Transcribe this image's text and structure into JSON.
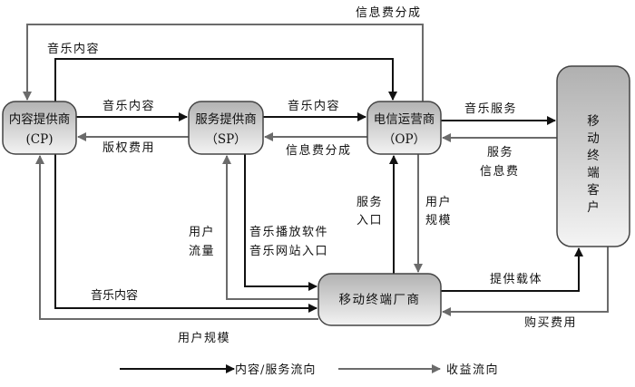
{
  "colors": {
    "content_flow": "#111111",
    "revenue_flow": "#6b6b6b",
    "node_fill_top": "#b4b4b4",
    "node_fill_bottom": "#f2f2f2",
    "node_border": "#444444"
  },
  "nodes": {
    "cp": {
      "line1": "内容提供商",
      "line2": "(CP)"
    },
    "sp": {
      "line1": "服务提供商",
      "line2": "（SP）"
    },
    "op": {
      "line1": "电信运营商",
      "line2": "（OP）"
    },
    "manufacturer": {
      "label": "移动终端厂商"
    },
    "customer": {
      "chars": [
        "移",
        "动",
        "终",
        "端",
        "客",
        "户"
      ]
    }
  },
  "edges": {
    "op_to_cp_info_fee": "信息费分成",
    "cp_to_op_music": "音乐内容",
    "cp_to_sp_music": "音乐内容",
    "sp_to_cp_copyright": "版权费用",
    "sp_to_op_music": "音乐内容",
    "op_to_sp_info_fee": "信息费分成",
    "op_to_customer_service": "音乐服务",
    "customer_to_op_fee_line1": "服务",
    "customer_to_op_fee_line2": "信息费",
    "mfr_to_op_entry_line1": "服务",
    "mfr_to_op_entry_line2": "入口",
    "op_to_mfr_users_line1": "用户",
    "op_to_mfr_users_line2": "规模",
    "mfr_to_sp_traffic_line1": "用户",
    "mfr_to_sp_traffic_line2": "流量",
    "sp_to_mfr_software_line1": "音乐播放软件",
    "sp_to_mfr_software_line2": "音乐网站入口",
    "cp_to_mfr_music": "音乐内容",
    "mfr_to_cp_users": "用户规模",
    "mfr_to_customer_carrier": "提供载体",
    "customer_to_mfr_purchase": "购买费用"
  },
  "legend": {
    "content_flow": "内容/服务流向",
    "revenue_flow": "收益流向"
  }
}
